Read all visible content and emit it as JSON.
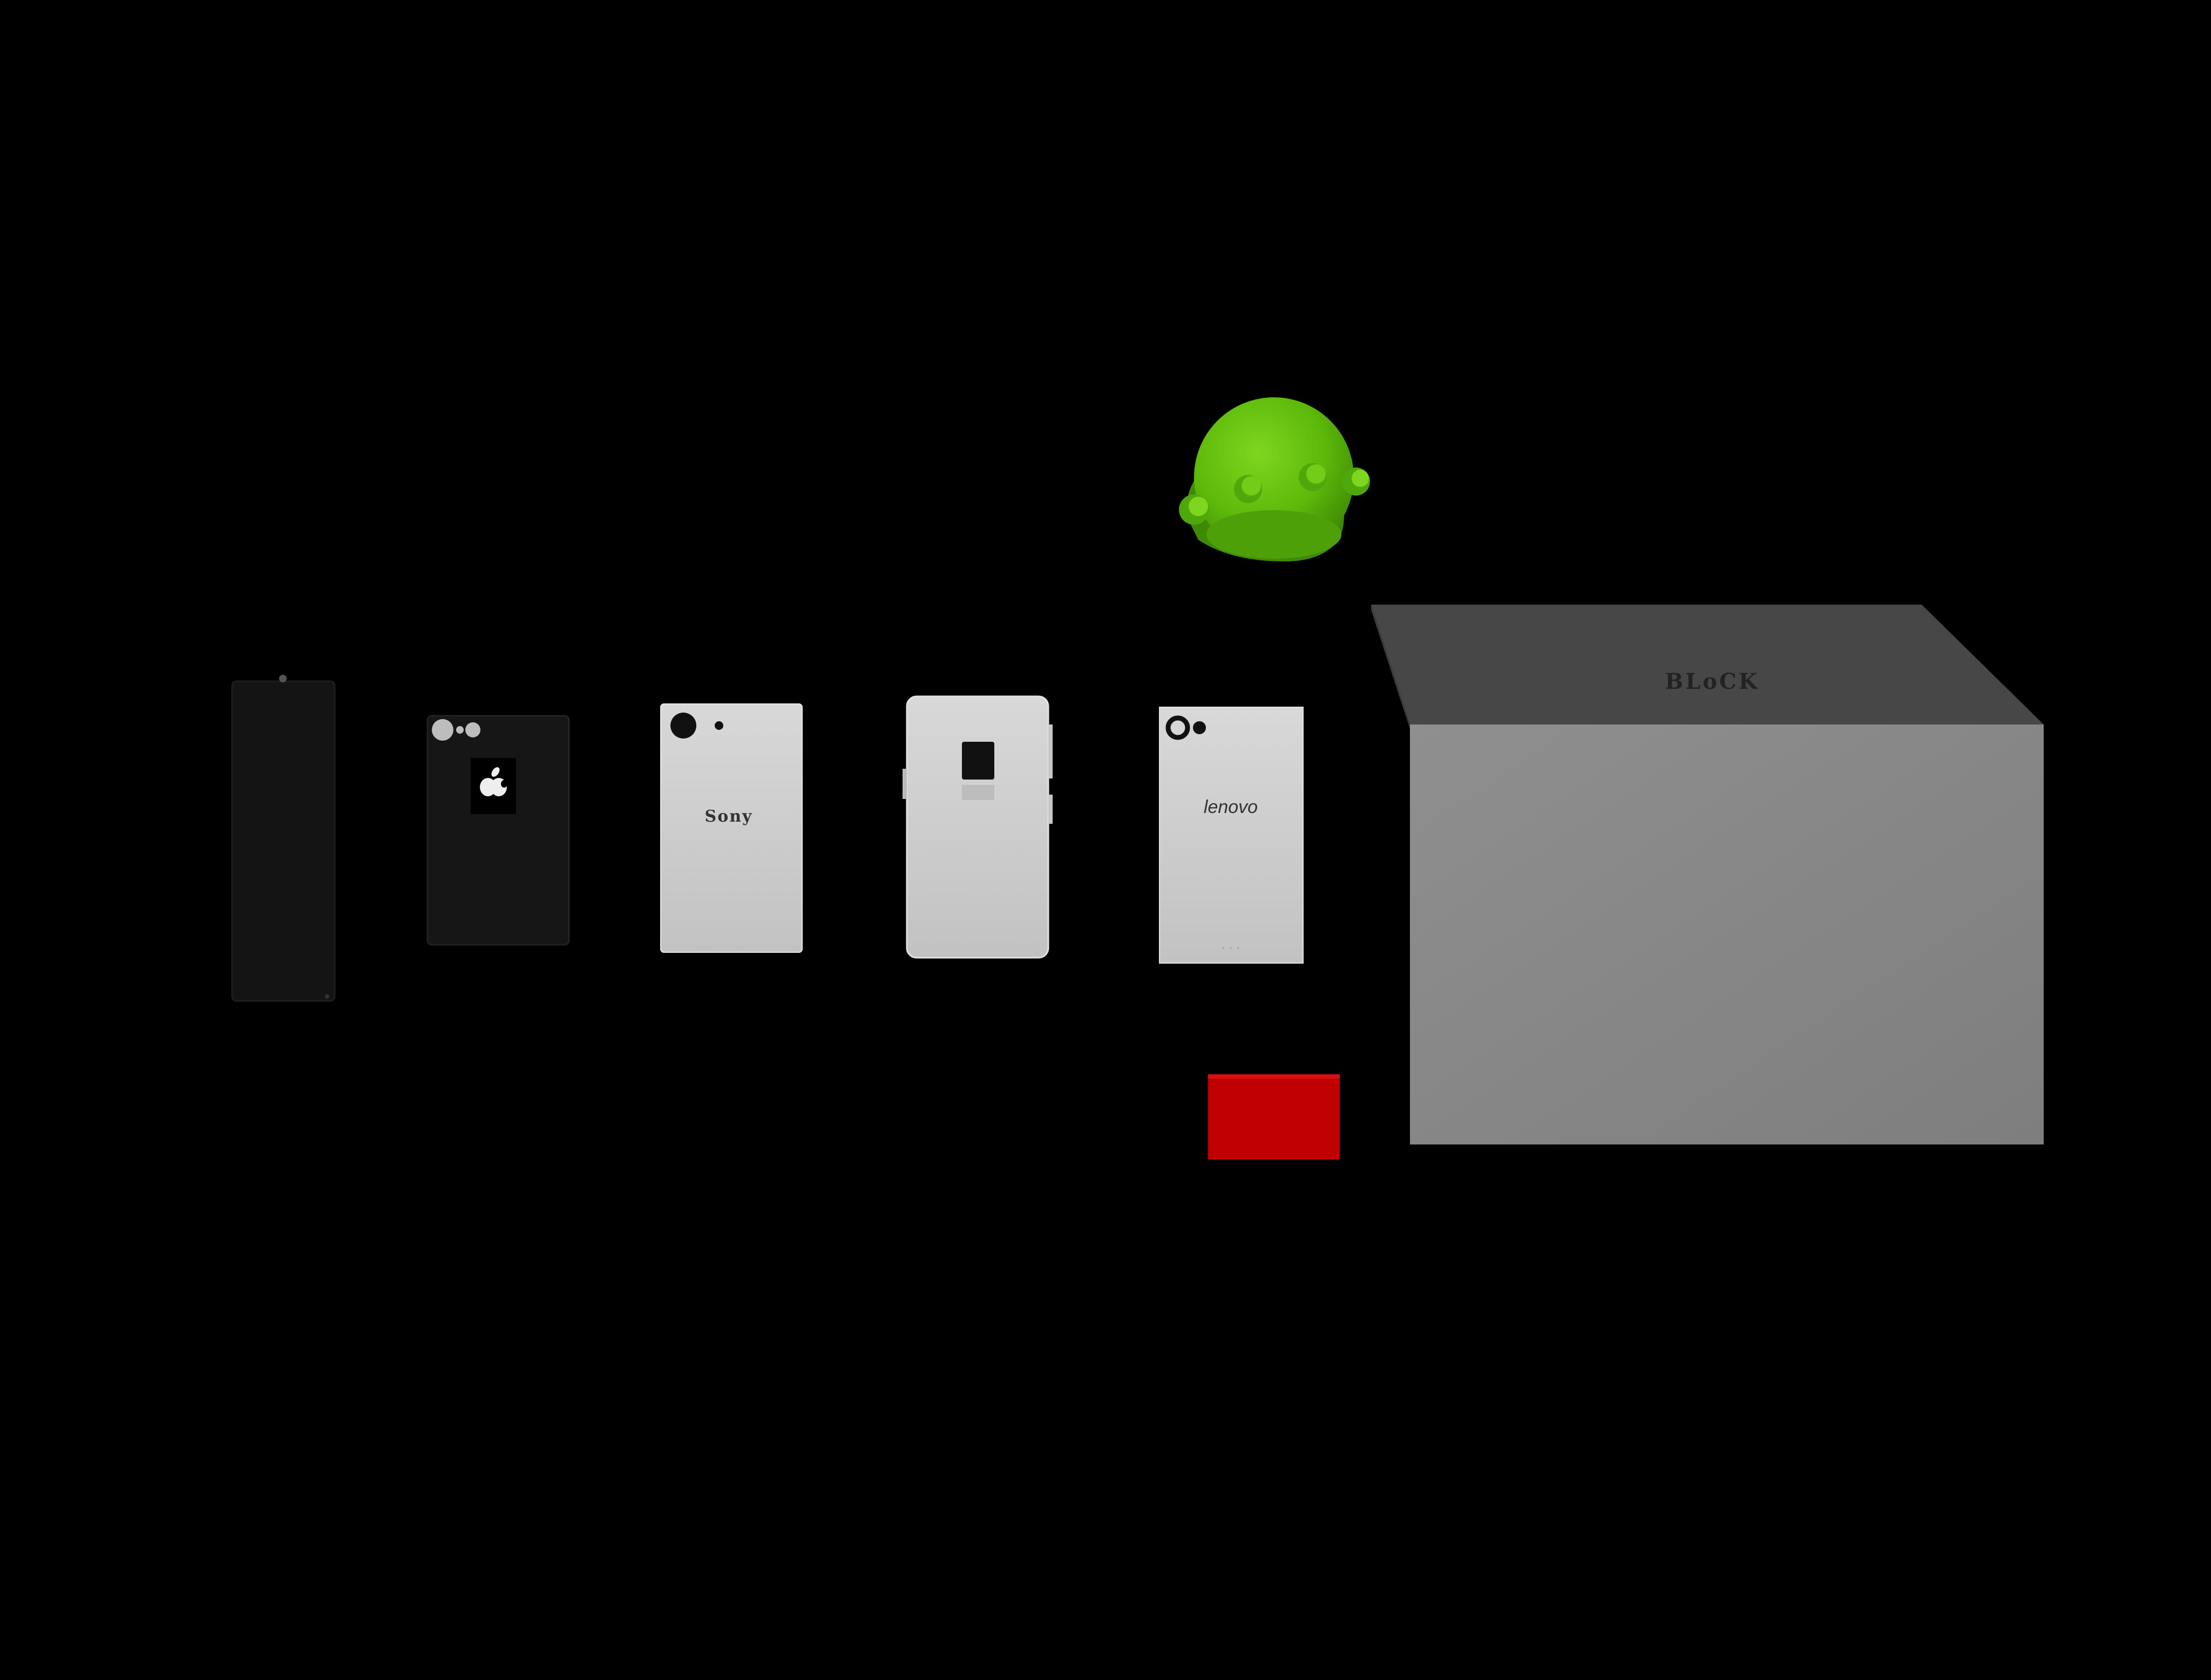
{
  "scene": {
    "background": "#000000",
    "objects": [
      {
        "name": "black-phone-left",
        "color": "#141414"
      },
      {
        "name": "apple-phone",
        "color": "#161616",
        "logo": "apple-logo-icon"
      },
      {
        "name": "sony-phone",
        "color": "#cfcfcf",
        "label": "Sony"
      },
      {
        "name": "silver-phone",
        "color": "#d0d0d0"
      },
      {
        "name": "lenovo-phone",
        "color": "#cfcfcf",
        "label": "lenovo"
      },
      {
        "name": "android-robot-head",
        "color": "#5cb80a",
        "icon": "android-head-icon"
      },
      {
        "name": "red-block",
        "color": "#c00000"
      },
      {
        "name": "block-box",
        "top_color": "#474747",
        "front_color": "#878787",
        "label": "BLoCK"
      }
    ]
  }
}
